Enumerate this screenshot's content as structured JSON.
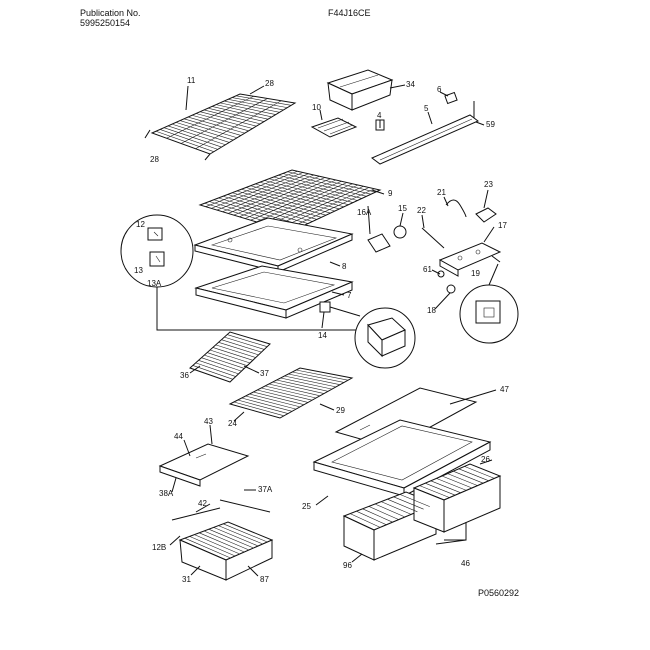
{
  "header": {
    "publication_label": "Publication No.",
    "publication_number": "5995250154",
    "model": "F44J16CE"
  },
  "drawing_id": "P0560292",
  "callouts": {
    "c11": "11",
    "c28a": "28",
    "c28b": "28",
    "c34": "34",
    "c6": "6",
    "c10": "10",
    "c4": "4",
    "c5": "5",
    "c59": "59",
    "c9": "9",
    "c21": "21",
    "c23": "23",
    "c16a": "16A",
    "c15": "15",
    "c22": "22",
    "c17": "17",
    "c12": "12",
    "c13": "13",
    "c13a": "13A",
    "c8": "8",
    "c61": "61",
    "c19": "19",
    "c18": "18",
    "c7": "7",
    "c14": "14",
    "c36": "36",
    "c37": "37",
    "c29": "29",
    "c24": "24",
    "c47": "47",
    "c43": "43",
    "c44": "44",
    "c38a": "38A",
    "c37a": "37A",
    "c42": "42",
    "c26": "26",
    "c25": "25",
    "c12b": "12B",
    "c31": "31",
    "c87": "87",
    "c96": "96",
    "c46": "46"
  }
}
